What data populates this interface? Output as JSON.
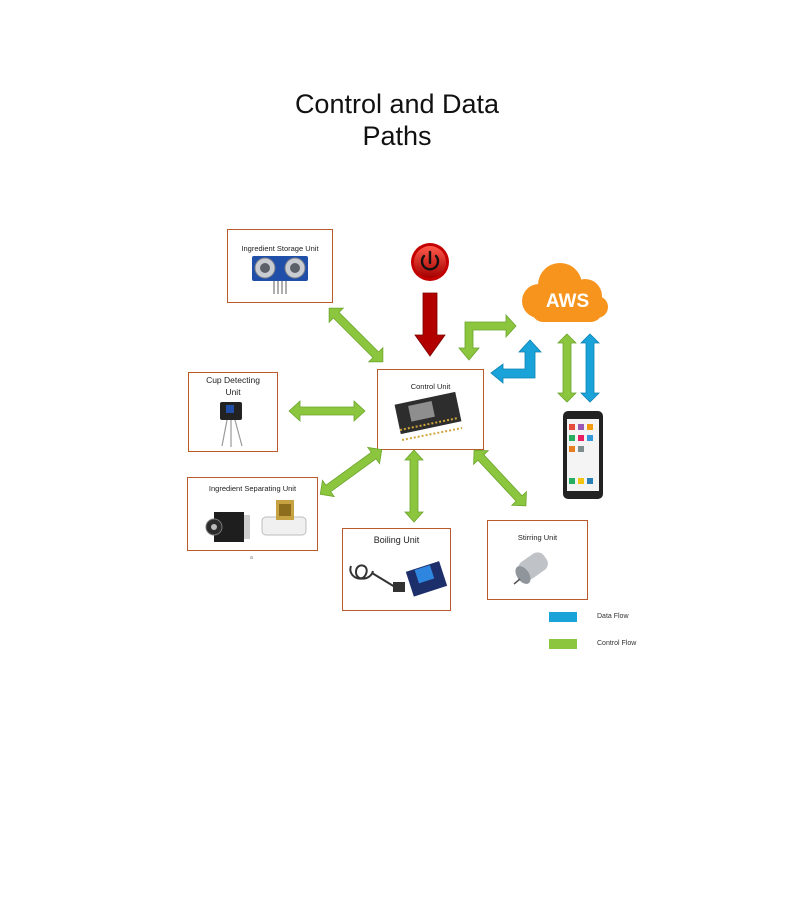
{
  "title": {
    "line1": "Control and Data",
    "line2": "Paths"
  },
  "units": {
    "storage": "Ingredient Storage Unit",
    "cup_line1": "Cup Detecting",
    "cup_line2": "Unit",
    "separating": "Ingredient Separating Unit",
    "boiling": "Boiling Unit",
    "stirring": "Stirring Unit",
    "control": "Control Unit"
  },
  "aws": {
    "label": "AWS"
  },
  "legend": {
    "data_flow": "Data Flow",
    "control_flow": "Control Flow"
  },
  "colors": {
    "box_border": "#b85a2b",
    "control_flow": "#8cc63f",
    "data_flow": "#1aa3d9",
    "power_arrow": "#b20000",
    "aws_cloud": "#f7941d"
  },
  "icons": [
    "power-button-icon",
    "aws-cloud-icon",
    "smartphone-icon",
    "ultrasonic-sensor-icon",
    "ir-sensor-icon",
    "stepper-motor-icon",
    "solenoid-valve-icon",
    "immersion-heater-icon",
    "relay-module-icon",
    "dc-motor-icon",
    "microcontroller-board-icon"
  ],
  "misc": {
    "small_mark": "a"
  }
}
